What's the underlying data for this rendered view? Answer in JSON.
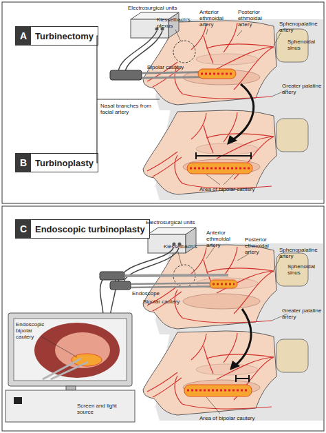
{
  "diagram": {
    "nodes": [
      {
        "text": [
          "A",
          "Turbinectomy"
        ]
      },
      {
        "text": [
          "B",
          "Turbinoplasty"
        ]
      },
      {
        "text": [
          "C",
          "Endoscopic turbinoplasty"
        ]
      }
    ],
    "edges": [
      {
        "from": 0,
        "to": 1,
        "arrow": "none"
      }
    ],
    "labels": [
      "Electrosurgical units",
      "Kiesselbach's plexus",
      "Anterior ethmoidal artery",
      "Posterior ethmoidal artery",
      "Sphenopalatine artery",
      "Sphenoidal sinus",
      "Bipolar cautery",
      "Nasal branches from facial artery",
      "Greater palatine artery",
      "Area of bipolar cautery",
      "Electrosurgical units",
      "Kiesselbach's",
      "Anterior ethmoidal artery",
      "Posterior ethmoidal artery",
      "Sphenopalatine artery",
      "Sphenoidal sinus",
      "Endoscope",
      "Bipolar cautery",
      "Greater palatine artery",
      "Endoscopic bipolar cautery",
      "Screen and light source",
      "Area of bipolar cautery"
    ]
  }
}
